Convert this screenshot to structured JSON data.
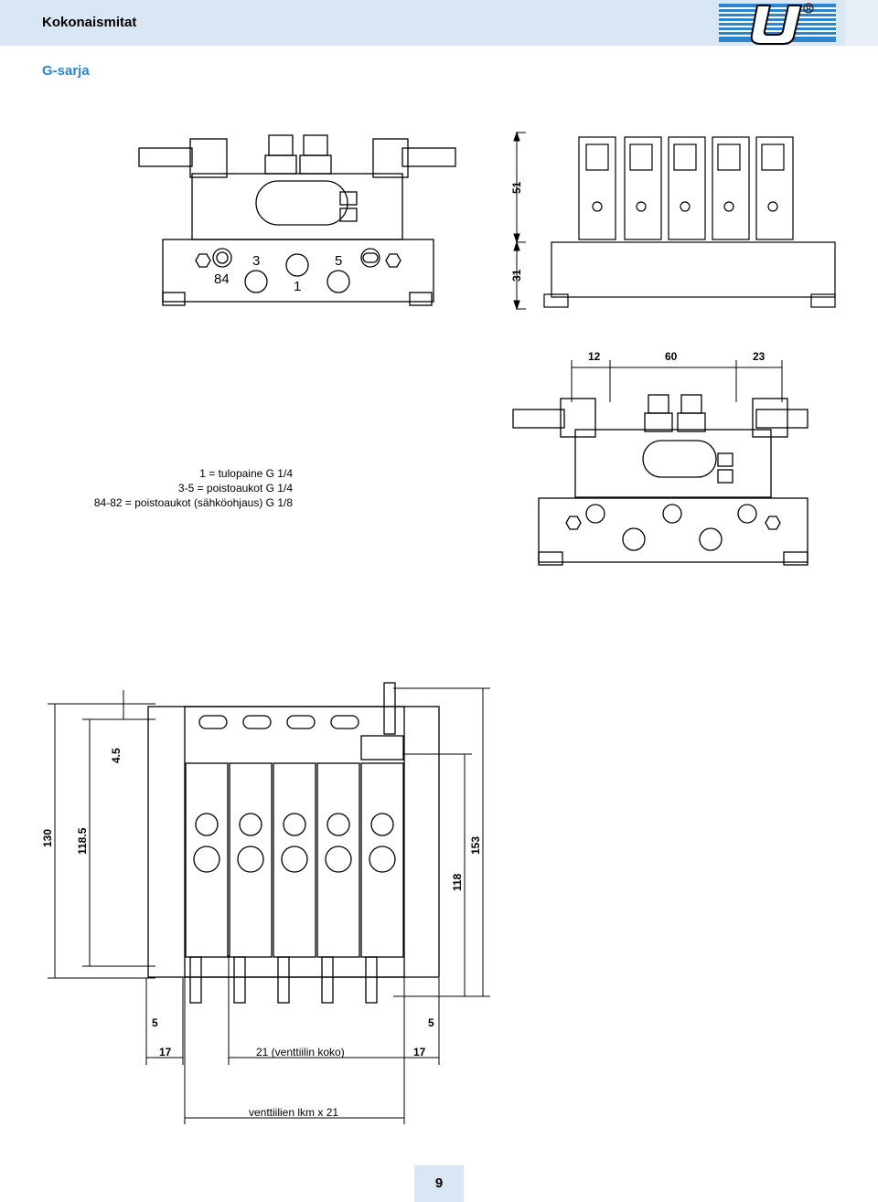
{
  "header": {
    "title": "Kokonaismitat",
    "logo_mark": "R"
  },
  "subtitle": "G-sarja",
  "legend": [
    "1 = tulopaine  G 1/4",
    "3-5 = poistoaukot  G 1/4",
    "84-82 = poistoaukot  (sähköohjaus)  G 1/8"
  ],
  "drawing1": {
    "port_labels": [
      "3",
      "5",
      "84",
      "1"
    ]
  },
  "drawing2": {
    "dim_right": [
      "51",
      "31"
    ]
  },
  "drawing3": {
    "dim_top": [
      "12",
      "60",
      "23"
    ]
  },
  "drawing4": {
    "dim_left": [
      "130",
      "118.5",
      "4.5"
    ],
    "dim_right": [
      "153",
      "118"
    ],
    "dim_bottom_small": [
      "5",
      "5"
    ],
    "dim_bottom": [
      "17",
      "21 (venttiilin koko)",
      "17"
    ],
    "dim_total": "venttiilien lkm x 21"
  },
  "page_number": "9",
  "colors": {
    "header_bg": "#d9e7f4",
    "accent": "#2a86d0",
    "logo_blue": "#2a86d0"
  }
}
